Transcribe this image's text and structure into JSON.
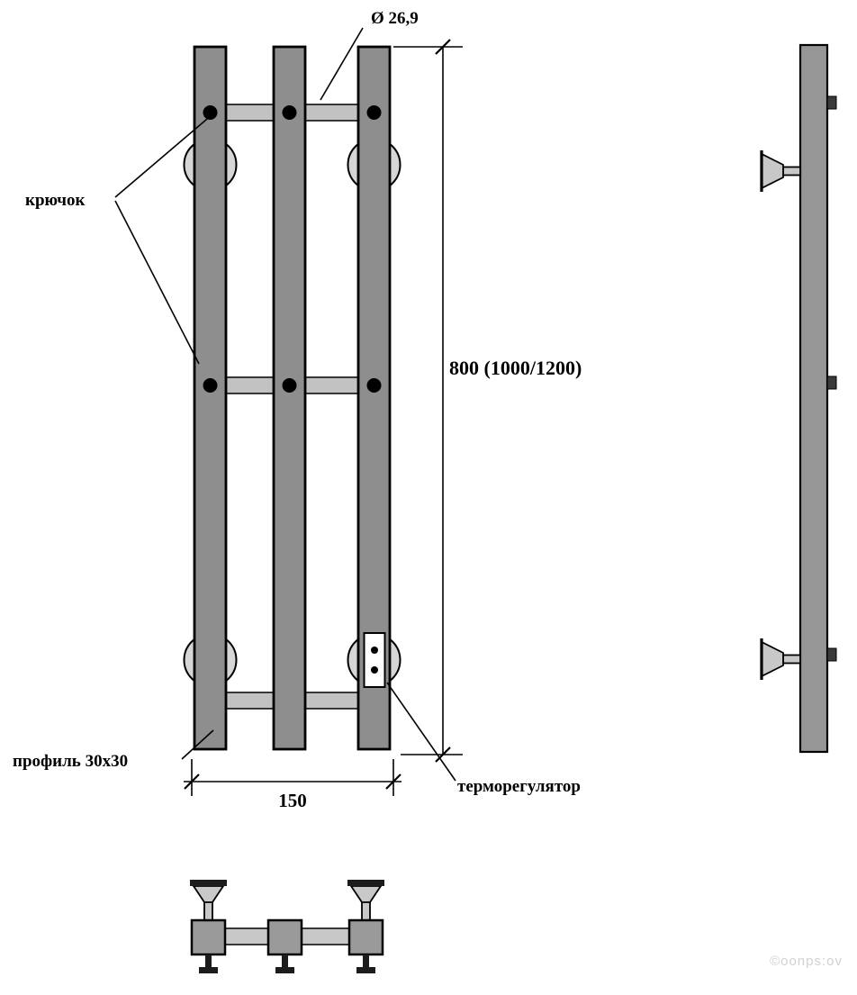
{
  "drawing": {
    "labels": {
      "diameter": "Ø 26,9",
      "hook": "крючок",
      "height_dim": "800 (1000/1200)",
      "width_dim": "150",
      "profile": "профиль 30x30",
      "thermostat": "терморегулятор"
    },
    "watermark": "©oonps:ov",
    "colors": {
      "profile_fill": "#8e8e8e",
      "crossbar_fill": "#c2c2c2",
      "hook_ring_fill": "#d6d6d6",
      "outline": "#000000",
      "background": "#ffffff"
    }
  }
}
